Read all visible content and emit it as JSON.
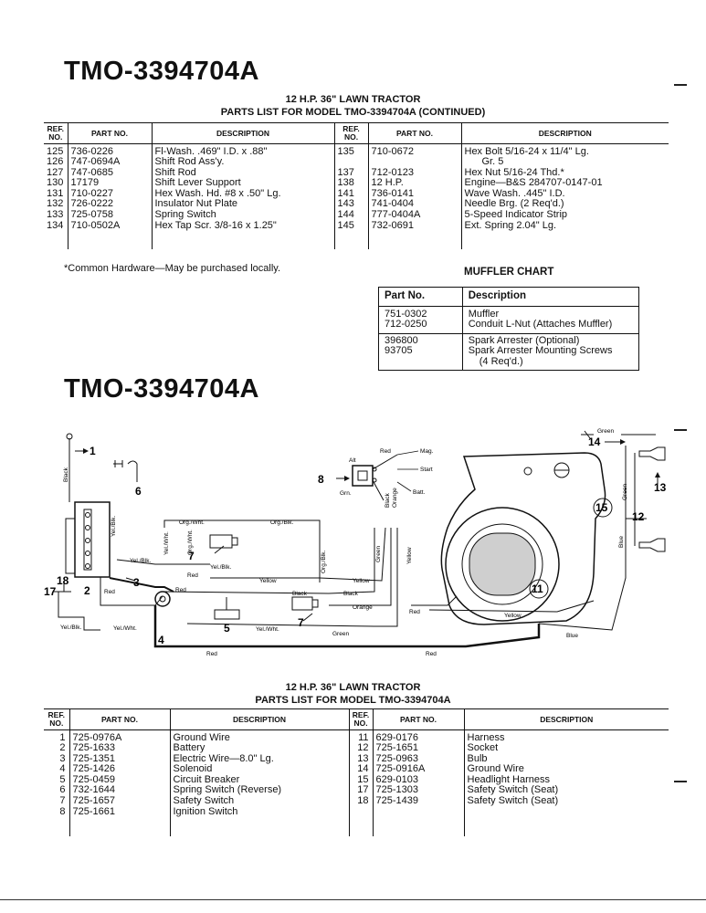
{
  "page": {
    "title_top": "TMO-3394704A",
    "title_mid": "TMO-3394704A"
  },
  "parts_list_1": {
    "caption_line1": "12 H.P. 36\" LAWN TRACTOR",
    "caption_line2": "PARTS LIST FOR MODEL TMO-3394704A (CONTINUED)",
    "headers": {
      "ref": "REF. NO.",
      "part": "PART NO.",
      "desc": "DESCRIPTION"
    },
    "left_rows": [
      {
        "ref": "125",
        "part": "736-0226",
        "desc": "Fl-Wash. .469\" I.D. x .88\""
      },
      {
        "ref": "126",
        "part": "747-0694A",
        "desc": "Shift Rod Ass'y."
      },
      {
        "ref": "127",
        "part": "747-0685",
        "desc": "Shift Rod"
      },
      {
        "ref": "130",
        "part": "17179",
        "desc": "Shift Lever Support"
      },
      {
        "ref": "131",
        "part": "710-0227",
        "desc": "Hex Wash. Hd. #8 x .50\" Lg."
      },
      {
        "ref": "132",
        "part": "726-0222",
        "desc": "Insulator Nut Plate"
      },
      {
        "ref": "133",
        "part": "725-0758",
        "desc": "Spring Switch"
      },
      {
        "ref": "134",
        "part": "710-0502A",
        "desc": "Hex Tap Scr. 3/8-16 x 1.25\""
      }
    ],
    "right_rows": [
      {
        "ref": "135",
        "part": "710-0672",
        "desc": "Hex Bolt 5/16-24 x 11/4\" Lg.",
        "desc2": "Gr. 5"
      },
      {
        "ref": "137",
        "part": "712-0123",
        "desc": "Hex Nut 5/16-24 Thd.*"
      },
      {
        "ref": "138",
        "part": "12 H.P.",
        "desc": "Engine—B&S 284707-0147-01"
      },
      {
        "ref": "141",
        "part": "736-0141",
        "desc": "Wave Wash. .445\" I.D."
      },
      {
        "ref": "143",
        "part": "741-0404",
        "desc": "Needle Brg. (2 Req'd.)"
      },
      {
        "ref": "144",
        "part": "777-0404A",
        "desc": "5-Speed Indicator Strip"
      },
      {
        "ref": "145",
        "part": "732-0691",
        "desc": "Ext. Spring 2.04\" Lg."
      }
    ]
  },
  "footnote": "*Common Hardware—May be purchased locally.",
  "muffler_chart": {
    "title": "MUFFLER CHART",
    "headers": {
      "part": "Part No.",
      "desc": "Description"
    },
    "group1": [
      {
        "part": "751-0302",
        "desc": "Muffler"
      },
      {
        "part": "712-0250",
        "desc": "Conduit L-Nut (Attaches Muffler)"
      }
    ],
    "group2": [
      {
        "part": "396800",
        "desc": "Spark Arrester (Optional)"
      },
      {
        "part": "93705",
        "desc": "Spark Arrester Mounting Screws",
        "desc2": "(4 Req'd.)"
      }
    ]
  },
  "diagram": {
    "callouts": [
      "1",
      "2",
      "3",
      "4",
      "5",
      "6",
      "7",
      "7",
      "8",
      "11",
      "12",
      "13",
      "14",
      "15",
      "17",
      "18"
    ],
    "wire_labels": {
      "black": "Black",
      "red": "Red",
      "yel_blk": "Yel./Blk.",
      "yel_wht": "Yel./Wht.",
      "org_wht": "Org./Wht.",
      "org_blk": "Org./Blk.",
      "yellow": "Yellow",
      "orange": "Orange",
      "green": "Green",
      "blue": "Blue",
      "grn": "Grn.",
      "alt": "Alt",
      "mag": "Mag.",
      "start": "Start",
      "batt": "Batt."
    }
  },
  "parts_list_2": {
    "caption_line1": "12 H.P. 36\" LAWN TRACTOR",
    "caption_line2": "PARTS LIST FOR MODEL TMO-3394704A",
    "headers": {
      "ref": "REF. NO.",
      "part": "PART NO.",
      "desc": "DESCRIPTION"
    },
    "left_rows": [
      {
        "ref": "1",
        "part": "725-0976A",
        "desc": "Ground Wire"
      },
      {
        "ref": "2",
        "part": "725-1633",
        "desc": "Battery"
      },
      {
        "ref": "3",
        "part": "725-1351",
        "desc": "Electric Wire—8.0\" Lg."
      },
      {
        "ref": "4",
        "part": "725-1426",
        "desc": "Solenoid"
      },
      {
        "ref": "5",
        "part": "725-0459",
        "desc": "Circuit Breaker"
      },
      {
        "ref": "6",
        "part": "732-1644",
        "desc": "Spring Switch (Reverse)"
      },
      {
        "ref": "7",
        "part": "725-1657",
        "desc": "Safety Switch"
      },
      {
        "ref": "8",
        "part": "725-1661",
        "desc": "Ignition Switch"
      }
    ],
    "right_rows": [
      {
        "ref": "11",
        "part": "629-0176",
        "desc": "Harness"
      },
      {
        "ref": "12",
        "part": "725-1651",
        "desc": "Socket"
      },
      {
        "ref": "13",
        "part": "725-0963",
        "desc": "Bulb"
      },
      {
        "ref": "14",
        "part": "725-0916A",
        "desc": "Ground Wire"
      },
      {
        "ref": "15",
        "part": "629-0103",
        "desc": "Headlight Harness"
      },
      {
        "ref": "17",
        "part": "725-1303",
        "desc": "Safety Switch (Seat)"
      },
      {
        "ref": "18",
        "part": "725-1439",
        "desc": "Safety Switch (Seat)"
      }
    ]
  }
}
